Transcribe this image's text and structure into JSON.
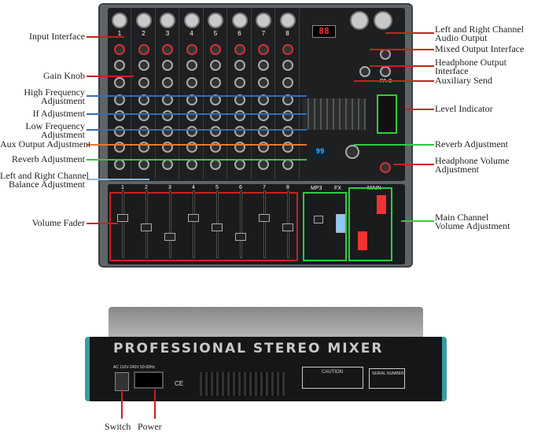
{
  "left_labels": [
    {
      "text": "Input Interface",
      "color": "#cc1f1f"
    },
    {
      "text": "Gain Knob",
      "color": "#cc1f1f"
    },
    {
      "text": "High Frequency\nAdjustment",
      "color": "#2f6fb8"
    },
    {
      "text": "If Adjustment",
      "color": "#2f6fb8"
    },
    {
      "text": "Low Frequency\nAdjustment",
      "color": "#2f6fb8"
    },
    {
      "text": "Aux Output Adjustment",
      "color": "#e8772e"
    },
    {
      "text": "Reverb Adjustment",
      "color": "#2ecc40"
    },
    {
      "text": "Left and Right Channel\nBalance Adjustment",
      "color": "#8fb8d8"
    },
    {
      "text": "Volume Fader",
      "color": "#cc1f1f"
    }
  ],
  "right_labels": [
    {
      "text": "Left and Right Channel\nAudio Output",
      "color": "#cc1f1f"
    },
    {
      "text": "Mixed Output Interface",
      "color": "#cc1f1f"
    },
    {
      "text": "Headphone Output\nInterface",
      "color": "#cc1f1f"
    },
    {
      "text": "Auxiliary Send",
      "color": "#cc1f1f"
    },
    {
      "text": "Level Indicator",
      "color": "#cc1f1f"
    },
    {
      "text": "Reverb Adjustment",
      "color": "#2ecc40"
    },
    {
      "text": "Headphone Volume\nAdjustment",
      "color": "#cc1f1f"
    },
    {
      "text": "Main Channel\nVolume Adjustment",
      "color": "#2ecc40"
    }
  ],
  "bottom_labels": [
    {
      "text": "Switch",
      "color": "#cc1f1f"
    },
    {
      "text": "Power",
      "color": "#cc1f1f"
    }
  ],
  "mixer_front": {
    "channels": [
      "1",
      "2",
      "3",
      "4",
      "5",
      "6",
      "7",
      "8"
    ],
    "model": "PA-8",
    "mp3_label": "MP3",
    "fx_label": "FX",
    "main_label": "MAIN",
    "display": "88",
    "fx_display": "99"
  },
  "mixer_back": {
    "title": "PROFESSIONAL STEREO MIXER",
    "voltage": "AC 110V-240V 50-60Hz",
    "ce": "CE",
    "caution": "CAUTION",
    "serial": "SERIAL NUMBER"
  }
}
